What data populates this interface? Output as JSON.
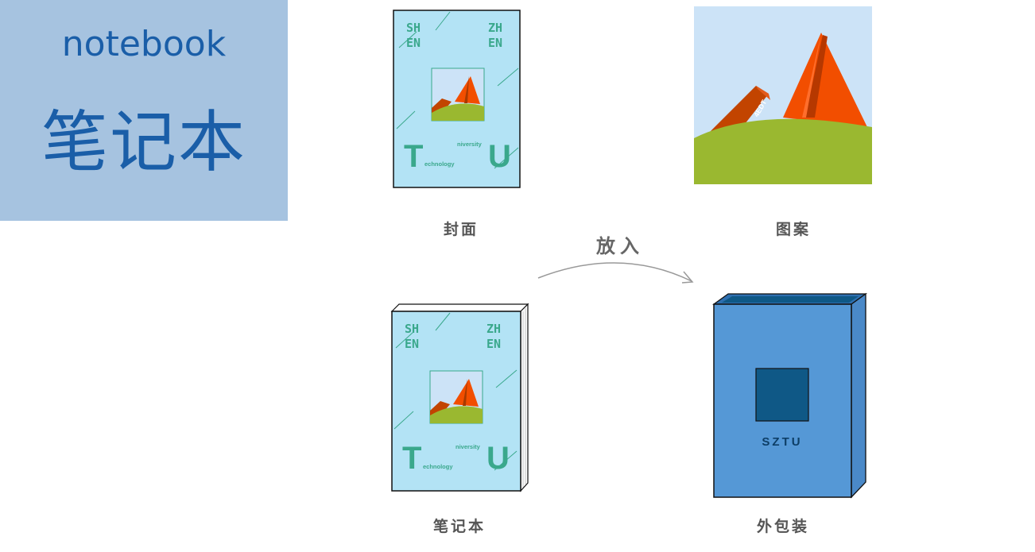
{
  "title": {
    "en": "notebook",
    "zh": "笔记本"
  },
  "cover": {
    "line1_left": "SH",
    "line2_left": "EN",
    "line1_right": "ZH",
    "line2_right": "EN",
    "big_left": "T",
    "big_right": "U",
    "word_top": "niversity",
    "word_bottom": "echnology"
  },
  "pattern": {
    "label": "4EDT"
  },
  "package": {
    "label": "SZTU"
  },
  "captions": {
    "cover": "封面",
    "pattern": "图案",
    "notebook": "笔记本",
    "package": "外包装",
    "arrow": "放入"
  },
  "colors": {
    "title_panel": "#a6c3e0",
    "title_text": "#1a5ea8",
    "cover_bg": "#b3e3f5",
    "cover_text": "#3aa88c",
    "sky": "#cce3f7",
    "mountain": "#f24e00",
    "ridge": "#c24400",
    "grass": "#9ab830",
    "package_front": "#5598d6",
    "package_window": "#0f5886"
  }
}
